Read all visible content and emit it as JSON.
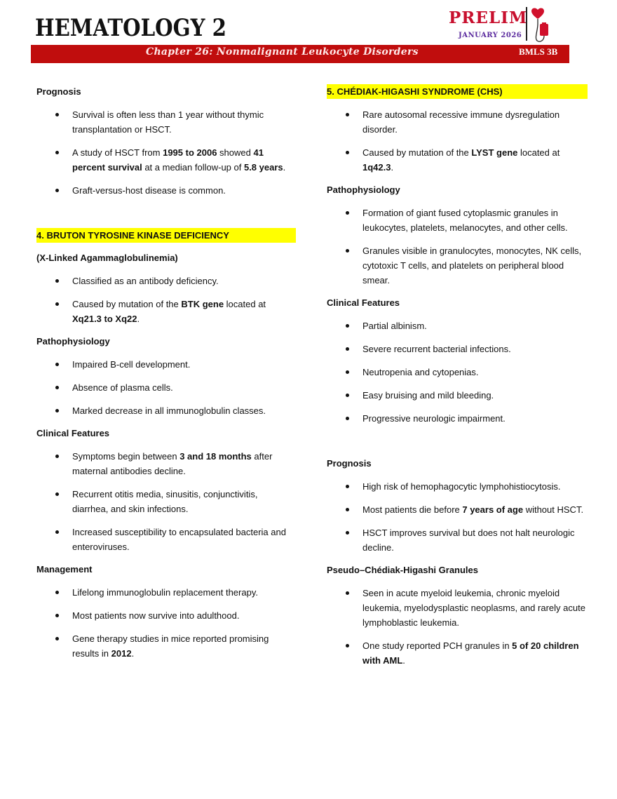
{
  "header": {
    "course": "HEMATOLOGY 2",
    "exam": "PRELIM",
    "date": "JANUARY 2026",
    "chapter": "Chapter 26: Nonmalignant Leukocyte Disorders",
    "section": "BMLS 3B"
  },
  "left": {
    "prognosis_heading": "Prognosis",
    "prognosis": [
      "Survival is often less than 1 year without thymic transplantation or HSCT.",
      [
        "A study of HSCT from ",
        "1995 to 2006",
        " showed ",
        "41 percent survival",
        " at a median follow-up of ",
        "5.8 years",
        "."
      ],
      "Graft-versus-host disease is common."
    ],
    "btk_heading": "4. BRUTON TYROSINE KINASE DEFICIENCY",
    "btk_sub": "(X-Linked Agammaglobulinemia)",
    "btk_items": [
      "Classified as an antibody deficiency.",
      [
        "Caused by mutation of the ",
        "BTK gene",
        " located at ",
        "Xq21.3 to Xq22",
        "."
      ]
    ],
    "patho_heading": "Pathophysiology",
    "patho": [
      "Impaired B-cell development.",
      "Absence of plasma cells.",
      "Marked decrease in all immunoglobulin classes."
    ],
    "clinical_heading": "Clinical Features",
    "clinical": [
      [
        "Symptoms begin between ",
        "3 and 18 months",
        " after maternal antibodies decline."
      ],
      "Recurrent otitis media, sinusitis, conjunctivitis, diarrhea, and skin infections.",
      "Increased susceptibility to encapsulated bacteria and enteroviruses."
    ],
    "management_heading": "Management",
    "management": [
      "Lifelong immunoglobulin replacement therapy.",
      "Most patients now survive into adulthood.",
      [
        "Gene therapy studies in mice reported promising results in ",
        "2012",
        "."
      ]
    ]
  },
  "right": {
    "chs_heading": "5. CHÉDIAK-HIGASHI SYNDROME (CHS)",
    "chs_items": [
      "Rare autosomal recessive immune dysregulation disorder.",
      [
        "Caused by mutation of the ",
        "LYST gene",
        " located at ",
        "1q42.3",
        "."
      ]
    ],
    "patho_heading": "Pathophysiology",
    "patho": [
      "Formation of giant fused cytoplasmic granules in leukocytes, platelets, melanocytes, and other cells.",
      "Granules visible in granulocytes, monocytes, NK cells, cytotoxic T cells, and platelets on peripheral blood smear."
    ],
    "clinical_heading": "Clinical Features",
    "clinical": [
      "Partial albinism.",
      "Severe recurrent bacterial infections.",
      "Neutropenia and cytopenias.",
      "Easy bruising and mild bleeding.",
      "Progressive neurologic impairment."
    ],
    "prognosis_heading": "Prognosis",
    "prognosis": [
      "High risk of hemophagocytic lymphohistiocytosis.",
      [
        "Most patients die before ",
        "7 years of age",
        " without HSCT."
      ],
      "HSCT improves survival but does not halt neurologic decline."
    ],
    "pseudo_heading": "Pseudo–Chédiak-Higashi Granules",
    "pseudo": [
      "Seen in acute myeloid leukemia, chronic myeloid leukemia, myelodysplastic neoplasms, and rarely acute lymphoblastic leukemia.",
      [
        "One study reported PCH granules in ",
        "5 of 20 children with AML",
        "."
      ]
    ]
  },
  "colors": {
    "banner": "#c00d0d",
    "prelim": "#c8102e",
    "date": "#5b2b9e",
    "highlight": "#ffff00"
  },
  "icons": [
    "heart-iv-bag-icon"
  ]
}
